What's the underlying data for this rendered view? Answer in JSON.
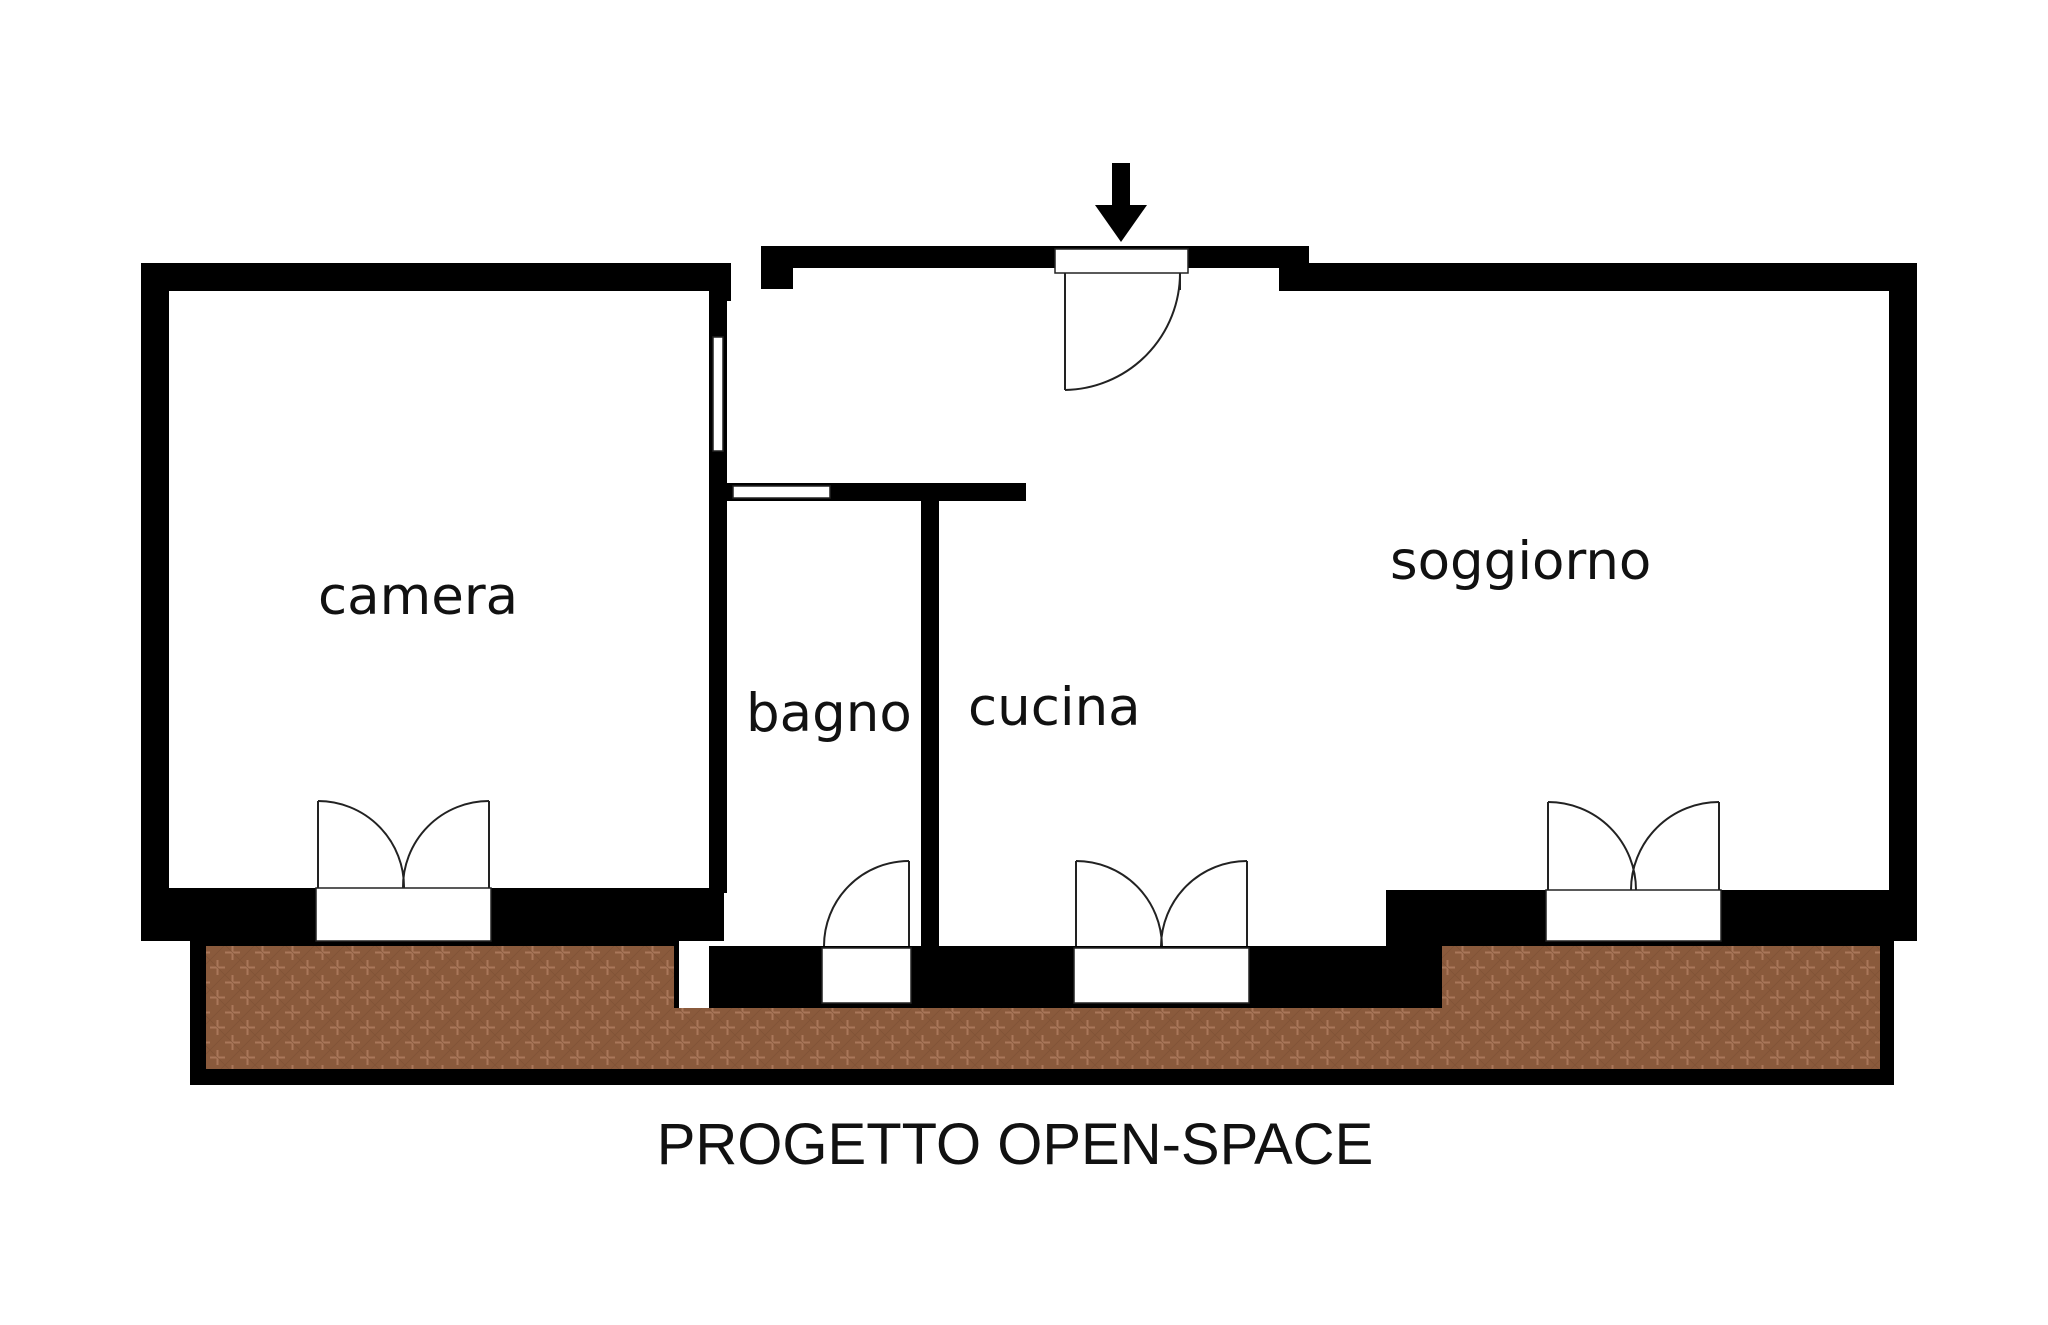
{
  "plan": {
    "title": "PROGETTO OPEN-SPACE",
    "rooms": {
      "camera": "camera",
      "bagno": "bagno",
      "cucina": "cucina",
      "soggiorno": "soggiorno"
    },
    "icons": {
      "entrance": "arrow-down-icon"
    },
    "colors": {
      "walls": "#000000",
      "terrace_floor": "#8a5a3c",
      "terrace_pattern": "#b0805f",
      "background": "#ffffff"
    }
  }
}
